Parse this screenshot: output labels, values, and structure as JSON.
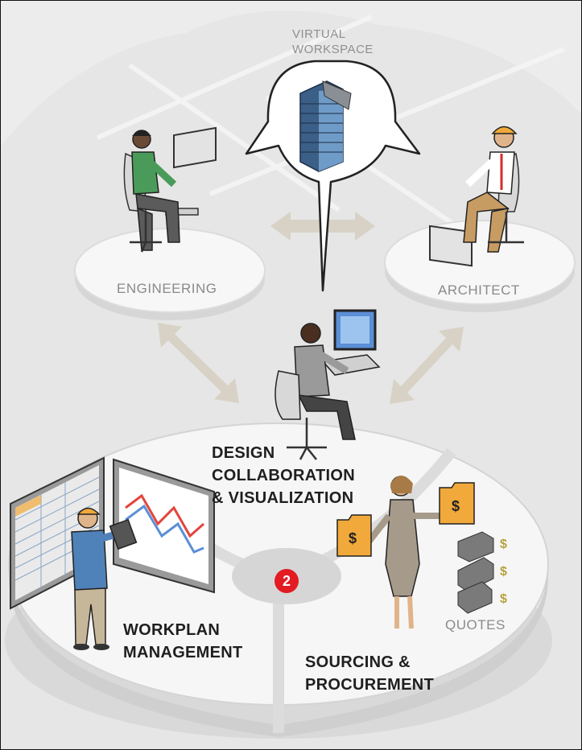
{
  "title": "",
  "nodes": {
    "virtual_workspace": [
      "VIRTUAL",
      "WORKSPACE"
    ],
    "engineering": "ENGINEERING",
    "architect": "ARCHITECT",
    "design": [
      "DESIGN",
      "COLLABORATION",
      "& VISUALIZATION"
    ],
    "workplan": [
      "WORKPLAN",
      "MANAGEMENT"
    ],
    "sourcing": [
      "SOURCING &",
      "PROCUREMENT"
    ],
    "quotes": "QUOTES"
  },
  "center_badge": "2",
  "quote_symbols": [
    "$",
    "$",
    "$"
  ],
  "folder_symbols": [
    "$",
    "$"
  ],
  "colors": {
    "background": "#ececec",
    "platform": "#f7f7f7",
    "arrow": "#d8d2c6",
    "badge": "#e31b23",
    "folder": "#f2a93b",
    "chart_red": "#e2453c",
    "chart_blue": "#5b8fd6",
    "building": "#3b5f86"
  },
  "icons": [
    "building-icon",
    "engineer-person-icon",
    "architect-person-icon",
    "designer-person-icon",
    "manager-person-icon",
    "buyer-person-icon",
    "schedule-board-icon",
    "line-chart-board-icon",
    "money-folder-icon",
    "truck-icon",
    "trailer-icon",
    "pipe-icon"
  ]
}
